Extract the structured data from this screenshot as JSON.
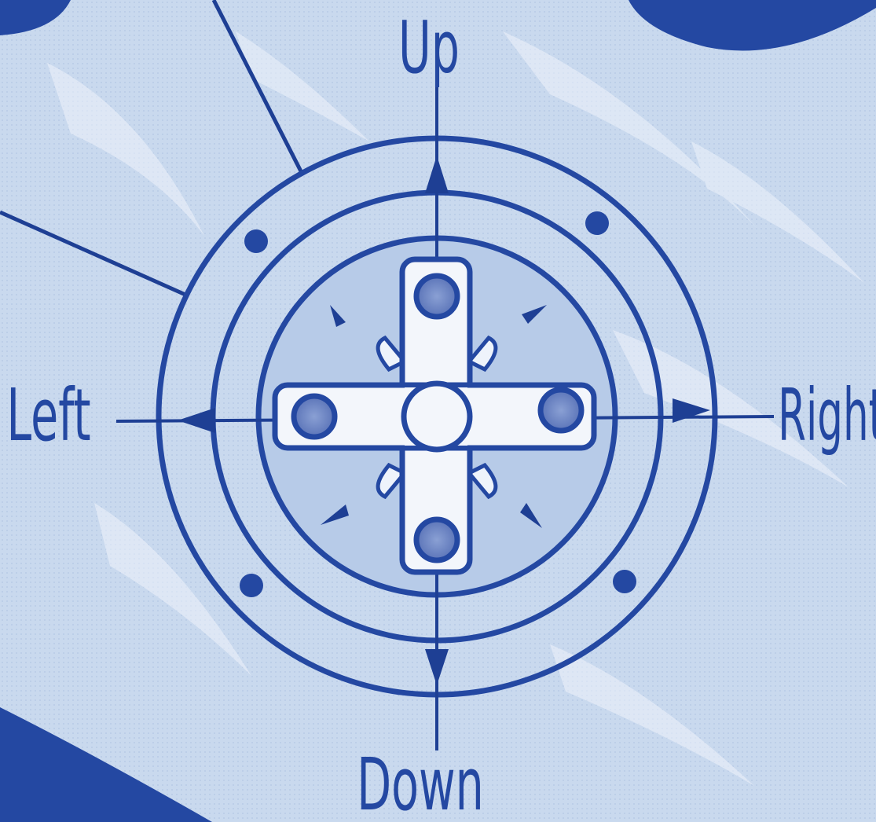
{
  "colors": {
    "ink": "#2448a2",
    "inkDark": "#1e3f94",
    "paper": "#c9d9ee",
    "highlight": "#eef3fb",
    "pad": "#f3f6fb",
    "dimple": "#6f87c6"
  },
  "labels": {
    "up": "Up",
    "down": "Down",
    "left": "Left",
    "right": "Right"
  },
  "icons": {
    "center": "circle-button-icon",
    "arrows": "triangle-arrow-icon",
    "pad": "d-pad-icon"
  }
}
